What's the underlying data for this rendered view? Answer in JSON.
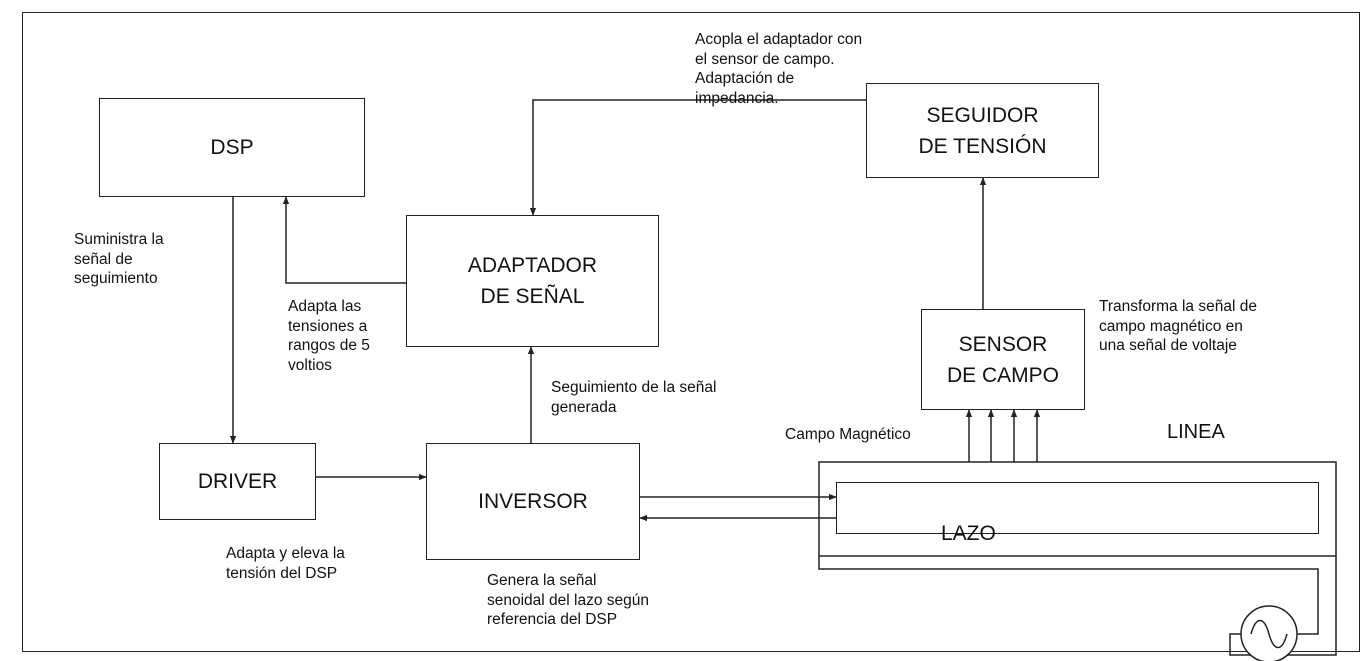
{
  "blocks": {
    "dsp": "DSP",
    "driver": "DRIVER",
    "inversor": "INVERSOR",
    "adaptador": "ADAPTADOR\nDE SEÑAL",
    "seguidor": "SEGUIDOR\nDE TENSIÓN",
    "sensor": "SENSOR\nDE CAMPO",
    "lazo": "LAZO",
    "linea": "LINEA"
  },
  "annotations": {
    "acopla": "Acopla el adaptador con\nel sensor de campo.\nAdaptación de\nimpedancia.",
    "suministra": "Suministra la\nseñal de\nseguimiento",
    "adapta_tensiones": "Adapta las\ntensiones a\nrangos de 5\nvoltios",
    "transforma": "Transforma la señal de\ncampo magnético en\nuna señal de voltaje",
    "seguimiento": "Seguimiento de la señal\ngenerada",
    "campo_magnetico": "Campo Magnético",
    "adapta_eleva": "Adapta y eleva la\ntensión del DSP",
    "genera": "Genera la señal\nsenoidal del lazo según\nreferencia del DSP"
  },
  "icons": {
    "source": "ac-source-icon"
  }
}
